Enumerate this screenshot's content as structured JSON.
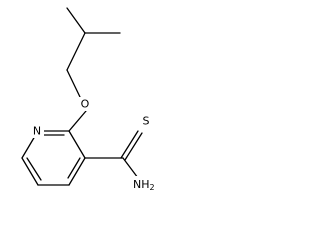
{
  "molecule": {
    "atoms": {
      "oxygen": "O",
      "nitrogen": "N",
      "sulfur": "S",
      "amine": "NH",
      "amine_subscript": "2"
    }
  }
}
